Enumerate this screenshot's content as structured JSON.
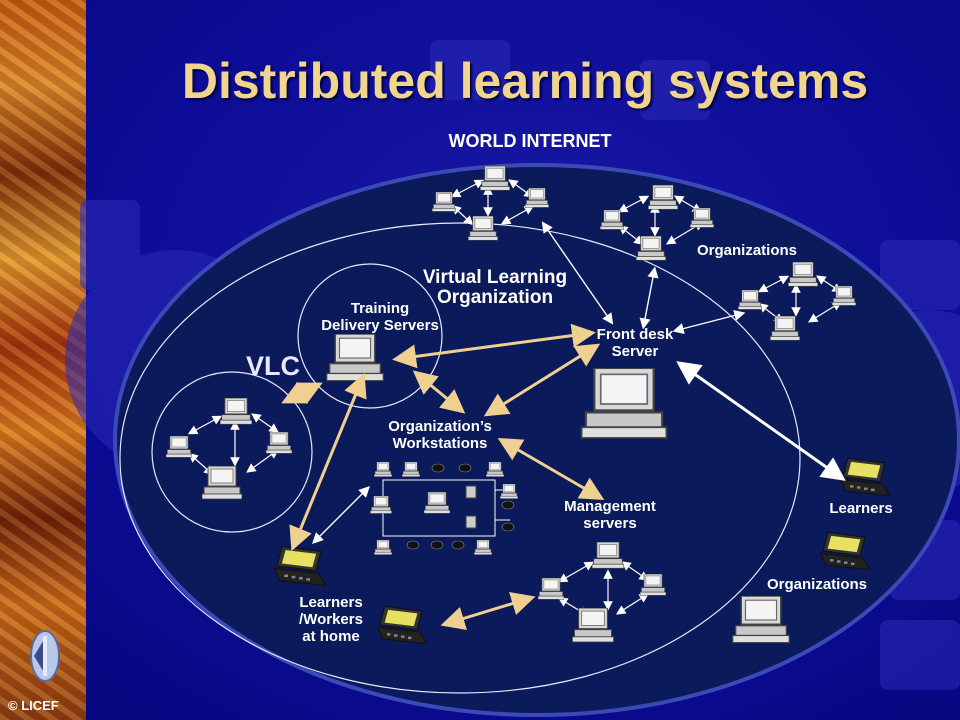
{
  "title": "Distributed learning systems",
  "labels": {
    "world_internet": "WORLD INTERNET",
    "organizations_top": "Organizations",
    "vlo_line1": "Virtual Learning",
    "vlo_line2": "Organization",
    "training_line1": "Training",
    "training_line2": "Delivery Servers",
    "front_desk_line1": "Front desk",
    "front_desk_line2": "Server",
    "vlc": "VLC",
    "workstations_line1": "Organization’s",
    "workstations_line2": "Workstations",
    "management_line1": "Management",
    "management_line2": "servers",
    "learners": "Learners",
    "organizations_bottom": "Organizations",
    "home_line1": "Learners",
    "home_line2": "/Workers",
    "home_line3": "at home"
  },
  "copyright": "© LICEF",
  "colors": {
    "background": "#0c0c96",
    "title": "#f0d58c",
    "arrow_gold": "#f0d090",
    "arrow_white": "#ffffff",
    "sidebar": "#c45a12"
  },
  "icons": [
    "computer-icon",
    "laptop-icon",
    "gear-icon",
    "logo-icon"
  ]
}
